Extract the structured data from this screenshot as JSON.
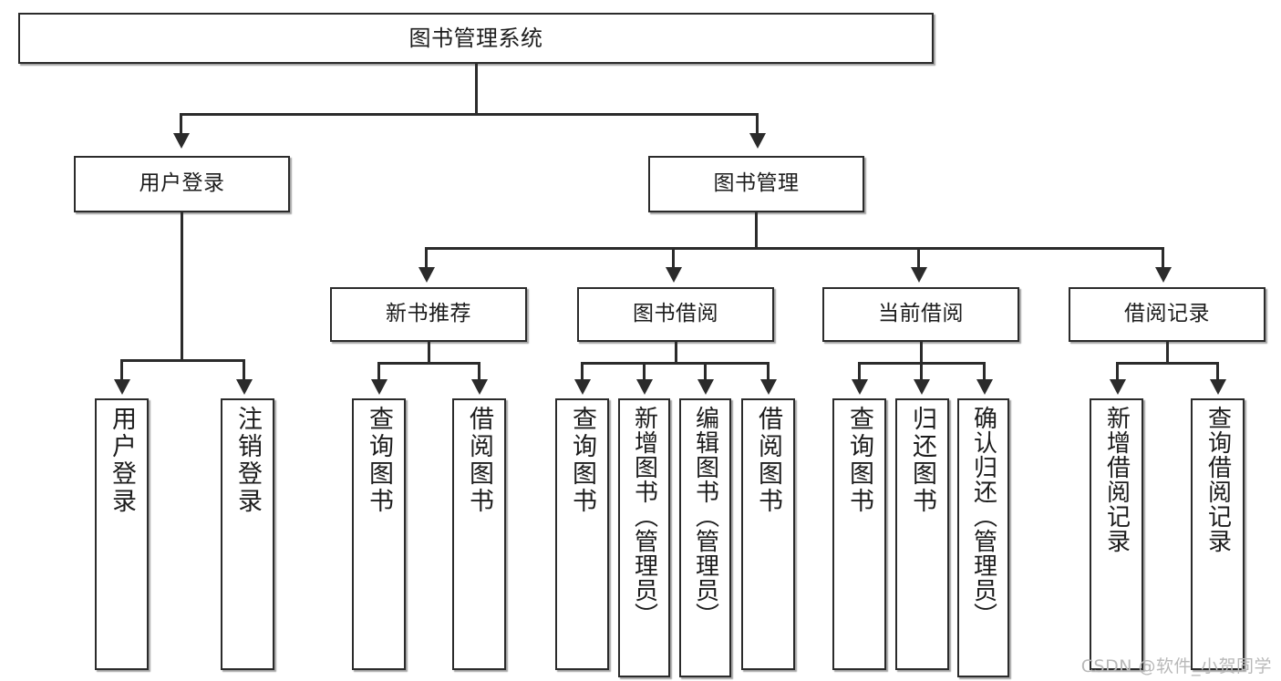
{
  "diagram": {
    "title": "图书管理系统",
    "type": "tree-hierarchy",
    "watermark": "CSDN @软件_小贺同学"
  },
  "nodes": {
    "root": {
      "label": "图书管理系统"
    },
    "level2": [
      {
        "label": "用户登录"
      },
      {
        "label": "图书管理"
      }
    ],
    "level3": [
      {
        "label": "新书推荐"
      },
      {
        "label": "图书借阅"
      },
      {
        "label": "当前借阅"
      },
      {
        "label": "借阅记录"
      }
    ],
    "leaves": {
      "user_login": [
        {
          "label": "用户登录"
        },
        {
          "label": "注销登录"
        }
      ],
      "new_book_recommend": [
        {
          "label": "查询图书"
        },
        {
          "label": "借阅图书"
        }
      ],
      "book_borrow": [
        {
          "label": "查询图书"
        },
        {
          "label": "新增图书（管理员）"
        },
        {
          "label": "编辑图书（管理员）"
        },
        {
          "label": "借阅图书"
        }
      ],
      "current_borrow": [
        {
          "label": "查询图书"
        },
        {
          "label": "归还图书"
        },
        {
          "label": "确认归还（管理员）"
        }
      ],
      "borrow_record": [
        {
          "label": "新增借阅记录"
        },
        {
          "label": "查询借阅记录"
        }
      ]
    }
  },
  "colors": {
    "stroke": "#2b2b2b",
    "fill": "#ffffff",
    "watermark": "#b9b9b9"
  }
}
